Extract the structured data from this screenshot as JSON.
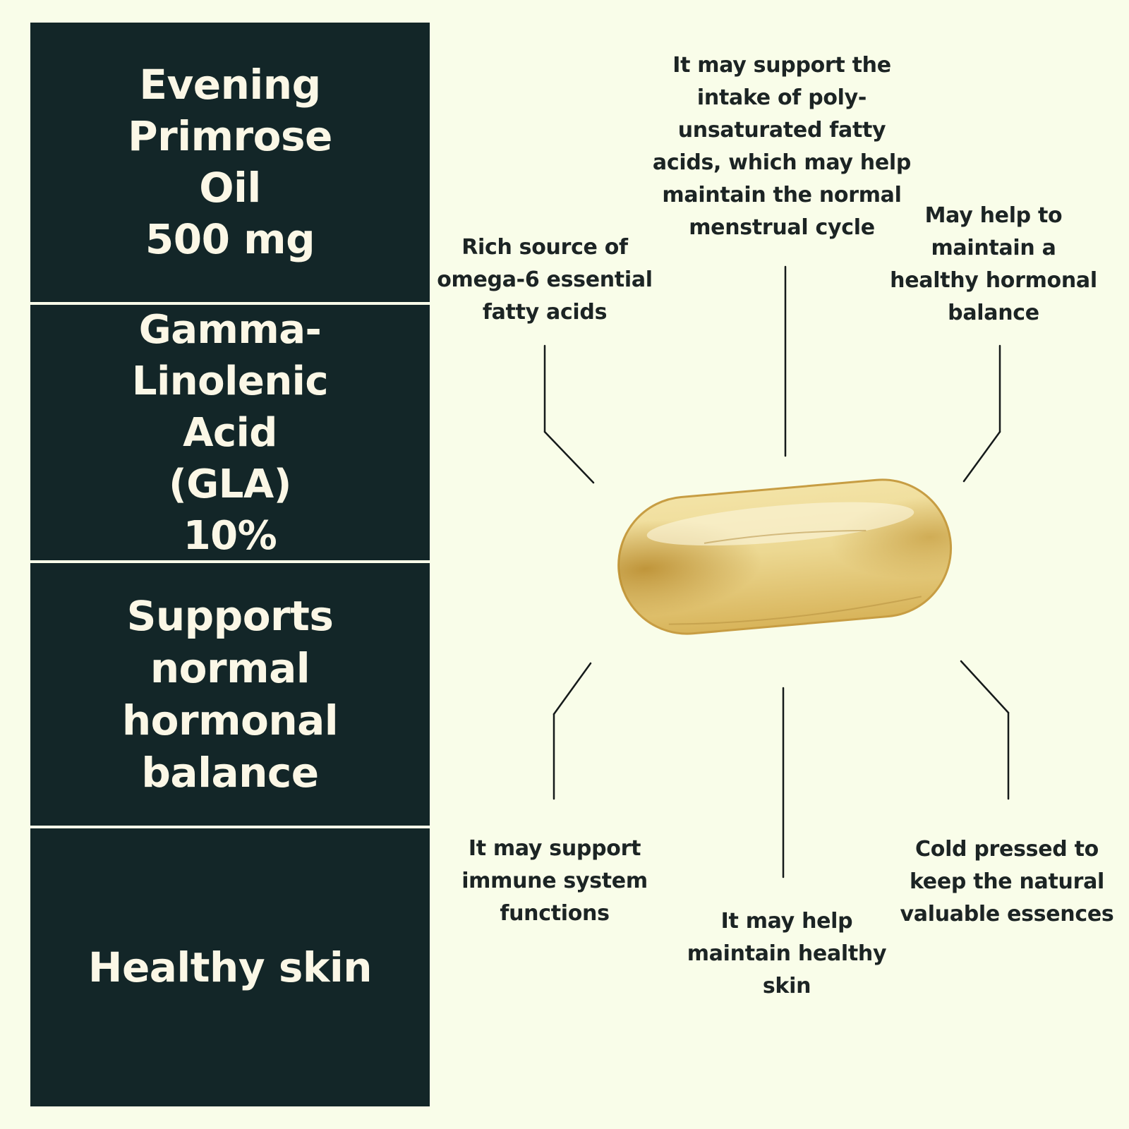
{
  "panels": [
    {
      "text": "Evening\nPrimrose\nOil\n500 mg"
    },
    {
      "text": "Gamma-Linolenic\nAcid\n(GLA)\n10%"
    },
    {
      "text": "Supports normal\nhormonal balance"
    },
    {
      "text": "Healthy skin"
    }
  ],
  "callouts": {
    "omega": "Rich source of\nomega-6 essential\nfatty acids",
    "pufa": "It may support the\nintake of poly-\nunsaturated fatty\nacids, which may help\nmaintain the normal\nmenstrual cycle",
    "hormonal": "May help to\nmaintain a\nhealthy hormonal\nbalance",
    "immune": "It may support\nimmune system\nfunctions",
    "skin": "It may help\nmaintain healthy\nskin",
    "cold": "Cold pressed to\nkeep the natural\nvaluable essences"
  },
  "colors": {
    "background": "#f9fde9",
    "panel": "#132628",
    "panel_text": "#fbf7e6",
    "callout_text": "#1c2424",
    "capsule": "#e2c773"
  },
  "image": {
    "subject": "softgel-capsule"
  }
}
